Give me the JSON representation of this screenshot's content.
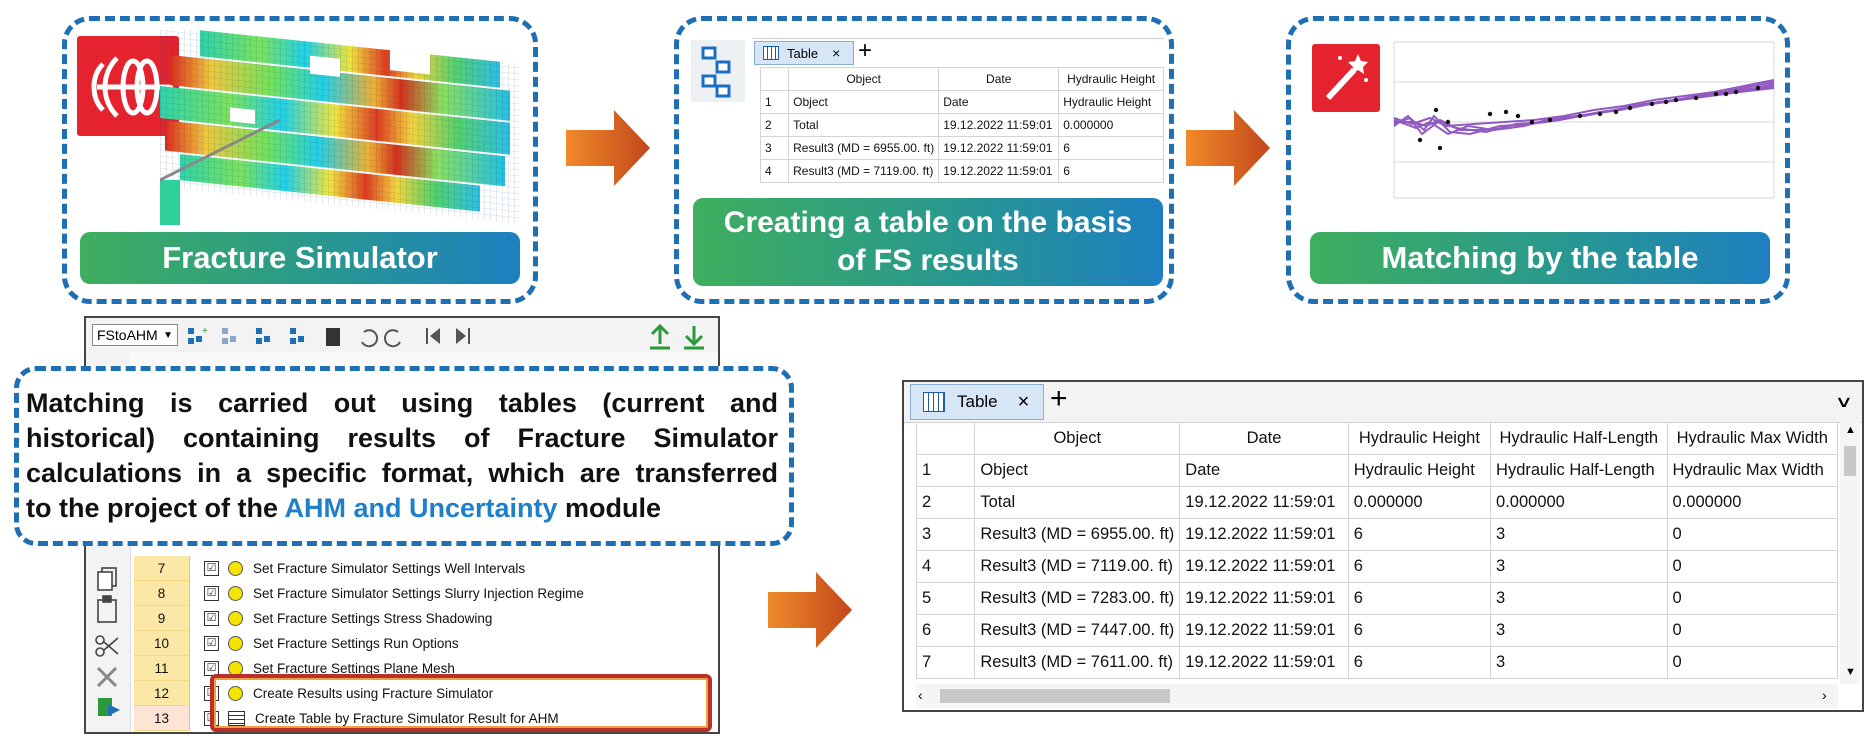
{
  "steps": {
    "step1_label": "Fracture Simulator",
    "step2_label_line1": "Creating a table on the basis",
    "step2_label_line2": "of FS results",
    "step3_label": "Matching by the table"
  },
  "small_table": {
    "tab_label": "Table",
    "tab_close": "×",
    "tab_add": "+",
    "header": [
      "",
      "Object",
      "Date",
      "Hydraulic Height"
    ],
    "rows": [
      [
        "1",
        "Object",
        "Date",
        "Hydraulic Height"
      ],
      [
        "2",
        "Total",
        "19.12.2022 11:59:01",
        "0.000000"
      ],
      [
        "3",
        "Result3 (MD = 6955.00. ft)",
        "19.12.2022 11:59:01",
        "6"
      ],
      [
        "4",
        "Result3 (MD = 7119.00. ft)",
        "19.12.2022 11:59:01",
        "6"
      ]
    ]
  },
  "workflow": {
    "dropdown_value": "FStoAHM",
    "rows": [
      {
        "num": "7",
        "label": "Set Fracture Simulator Settings Well Intervals"
      },
      {
        "num": "8",
        "label": "Set Fracture Simulator Settings Slurry Injection Regime"
      },
      {
        "num": "9",
        "label": "Set Fracture Settings Stress Shadowing"
      },
      {
        "num": "10",
        "label": "Set Fracture Settings Run Options"
      },
      {
        "num": "11",
        "label": "Set Fracture Settings Plane Mesh"
      },
      {
        "num": "12",
        "label": "Create Results using Fracture Simulator"
      },
      {
        "num": "13",
        "label": "Create Table by Fracture Simulator Result for AHM"
      }
    ],
    "check_mark": "☑"
  },
  "description": {
    "line1": "Matching is carried out using tables (current and",
    "line2": "historical) containing results of Fracture Simulator",
    "line3": "calculations in a specific format, which are transferred",
    "line4_pre": "to the project of the ",
    "line4_highlight": "AHM and Uncertainty",
    "line4_post": " module",
    "highlight_color": "#1f7fc8"
  },
  "big_table": {
    "tab_label": "Table",
    "tab_close": "×",
    "tab_add": "+",
    "header": [
      "",
      "Object",
      "Date",
      "Hydraulic Height",
      "Hydraulic Half-Length",
      "Hydraulic Max Width"
    ],
    "rows": [
      [
        "1",
        "Object",
        "Date",
        "Hydraulic Height",
        "Hydraulic Half-Length",
        "Hydraulic Max Width"
      ],
      [
        "2",
        "Total",
        "19.12.2022 11:59:01",
        "0.000000",
        "0.000000",
        "0.000000"
      ],
      [
        "3",
        "Result3 (MD = 6955.00. ft)",
        "19.12.2022 11:59:01",
        "6",
        "3",
        "0"
      ],
      [
        "4",
        "Result3 (MD = 7119.00. ft)",
        "19.12.2022 11:59:01",
        "6",
        "3",
        "0"
      ],
      [
        "5",
        "Result3 (MD = 7283.00. ft)",
        "19.12.2022 11:59:01",
        "6",
        "3",
        "0"
      ],
      [
        "6",
        "Result3 (MD = 7447.00. ft)",
        "19.12.2022 11:59:01",
        "6",
        "3",
        "0"
      ],
      [
        "7",
        "Result3 (MD = 7611.00. ft)",
        "19.12.2022 11:59:01",
        "6",
        "3",
        "0"
      ]
    ]
  },
  "colors": {
    "dash_border": "#1f6fb4",
    "arrow": "#e8731e",
    "logo_red": "#e5232e",
    "highlight_box": "#c0392b"
  }
}
